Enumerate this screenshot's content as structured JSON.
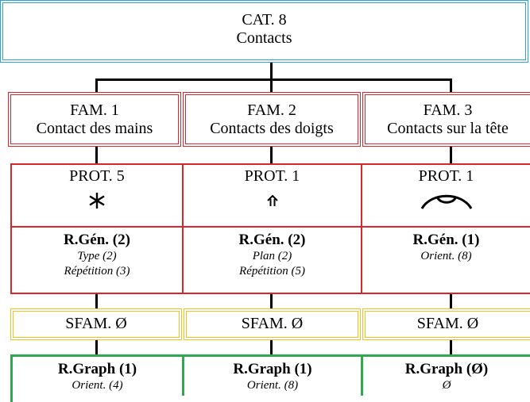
{
  "cat": {
    "label": "CAT. 8",
    "name": "Contacts"
  },
  "families": [
    {
      "label": "FAM. 1",
      "name": "Contact des mains"
    },
    {
      "label": "FAM. 2",
      "name": "Contacts des doigts"
    },
    {
      "label": "FAM. 3",
      "name": "Contacts sur la tête"
    }
  ],
  "prototypes": [
    {
      "label": "PROT. 5",
      "symbol": "asterisk-symbol",
      "rgen": "R.Gén. (2)",
      "params": [
        "Type (2)",
        "Répétition (3)"
      ]
    },
    {
      "label": "PROT. 1",
      "symbol": "small-arrow-up-symbol",
      "rgen": "R.Gén. (2)",
      "params": [
        "Plan (2)",
        "Répétition (5)"
      ]
    },
    {
      "label": "PROT. 1",
      "symbol": "head-arc-symbol",
      "rgen": "R.Gén. (1)",
      "params": [
        "Orient. (8)"
      ]
    }
  ],
  "subfamilies": [
    {
      "label": "SFAM. Ø"
    },
    {
      "label": "SFAM. Ø"
    },
    {
      "label": "SFAM. Ø"
    }
  ],
  "rgraph": [
    {
      "title": "R.Graph (1)",
      "sub": "Orient. (4)"
    },
    {
      "title": "R.Graph (1)",
      "sub": "Orient. (8)"
    },
    {
      "title": "R.Graph (Ø)",
      "sub": "Ø"
    }
  ],
  "colors": {
    "category_border": "#29a3d6",
    "family_border": "#d8262c",
    "prototype_border": "#d8262c",
    "subfamily_border": "#f2c21a",
    "rgraph_border": "#2fa84f"
  }
}
